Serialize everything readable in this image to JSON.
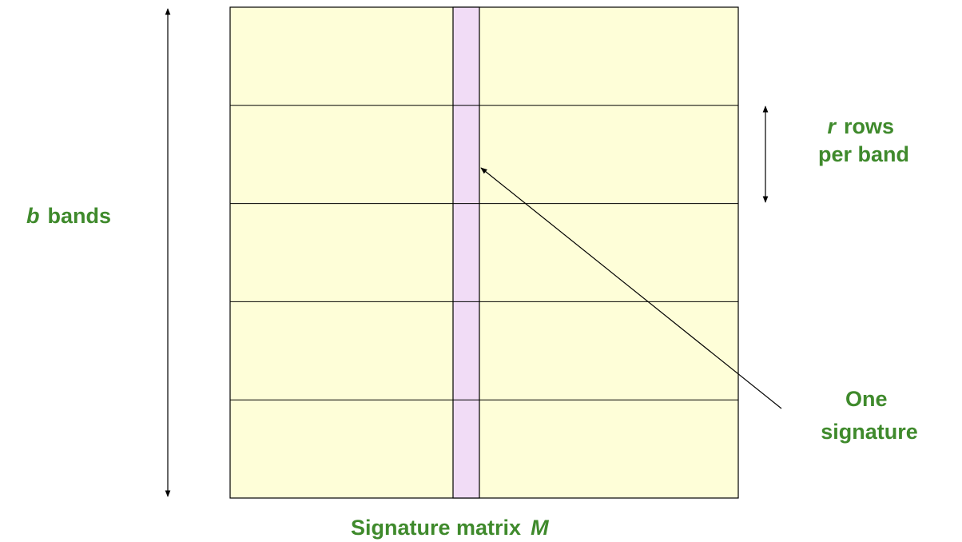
{
  "labels": {
    "b_var": "b",
    "b_text": "bands",
    "r_var": "r",
    "r_text": "rows",
    "r_text2": "per band",
    "sig_line1": "One",
    "sig_line2": "signature",
    "matrix_text": "Signature matrix",
    "matrix_var": "M"
  },
  "colors": {
    "matrix_fill": "#fefed8",
    "signature_fill": "#f1dcf6",
    "label_green": "#3f8a2c",
    "line": "#000000"
  }
}
